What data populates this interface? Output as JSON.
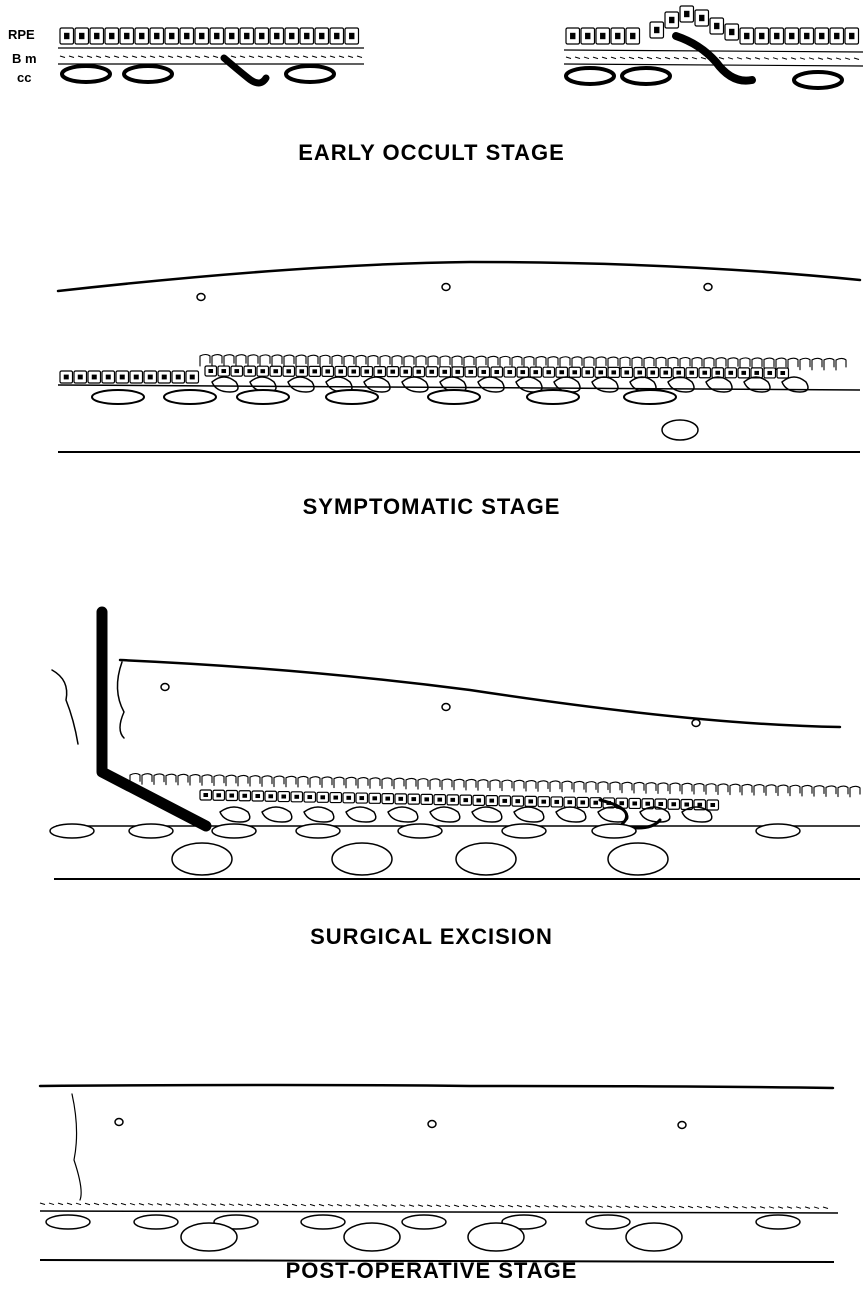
{
  "labels": {
    "rpe": "RPE",
    "bm": "B m",
    "cc": "cc"
  },
  "stages": [
    {
      "caption": "EARLY OCCULT STAGE"
    },
    {
      "caption": "SYMPTOMATIC STAGE"
    },
    {
      "caption": "SURGICAL EXCISION"
    },
    {
      "caption": "POST-OPERATIVE STAGE"
    }
  ]
}
